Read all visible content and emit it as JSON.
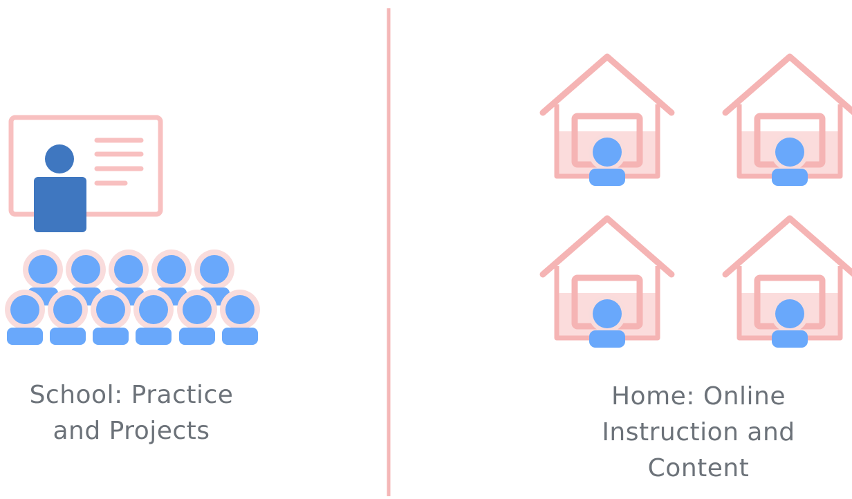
{
  "colors": {
    "divider": "#f4b7b7",
    "house_stroke": "#f5b4b4",
    "house_fill": "#fbdcdc",
    "board_stroke": "#f8c0c0",
    "teacher": "#3f77c0",
    "student": "#69a8fb",
    "student_halo": "#f9dcdc",
    "caption_text": "#6c7279"
  },
  "left_panel": {
    "icon_name": "classroom-icon",
    "caption_lines": [
      "School: Practice",
      "and Projects"
    ]
  },
  "right_panel": {
    "icon_name": "home-learning-icon",
    "house_count": 4,
    "caption_lines": [
      "Home: Online",
      "Instruction and",
      "Content"
    ]
  }
}
